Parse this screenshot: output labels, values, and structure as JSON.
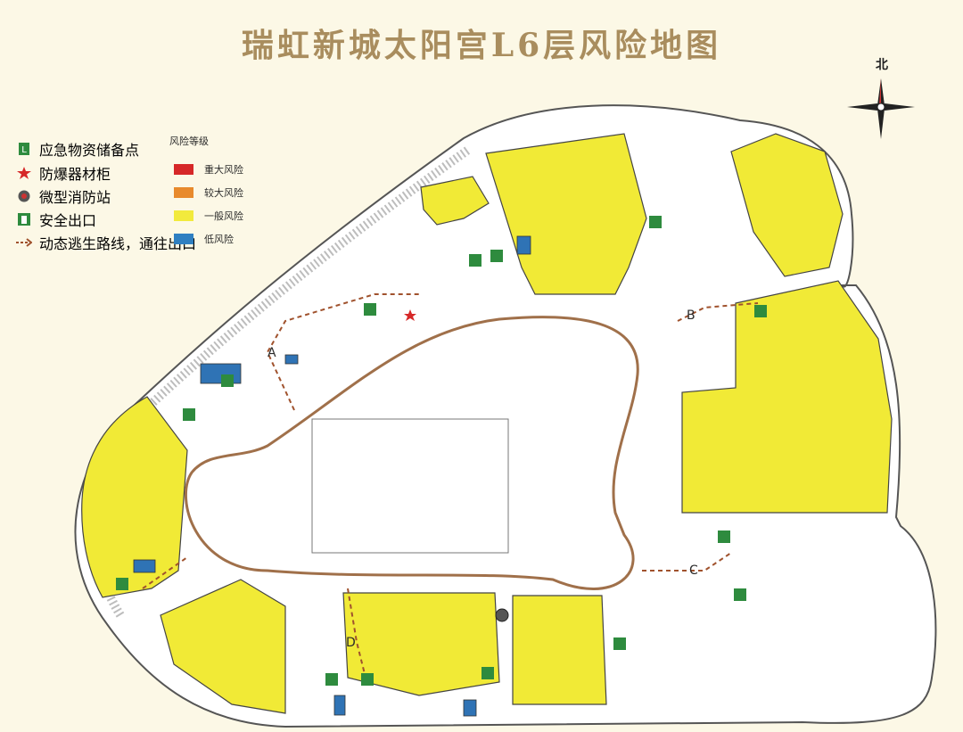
{
  "title": "瑞虹新城太阳宫L6层风险地图",
  "compass": {
    "label": "北",
    "icon": "compass-rose-icon"
  },
  "legend": {
    "facilities": [
      {
        "icon": "emergency-supplies-icon",
        "label": "应急物资储备点",
        "color": "#2e8b3e"
      },
      {
        "icon": "explosion-proof-cabinet-icon",
        "label": "防爆器材柜",
        "color": "#d62828"
      },
      {
        "icon": "mini-fire-station-icon",
        "label": "微型消防站",
        "color": "#555555"
      },
      {
        "icon": "safety-exit-icon",
        "label": "安全出口",
        "color": "#2e8b3e"
      },
      {
        "icon": "evacuation-route-icon",
        "label": "动态逃生路线，通往出口",
        "color": "#a0522d"
      }
    ],
    "risk_title": "风险等级",
    "risk_levels": [
      {
        "label": "重大风险",
        "color": "#d62828"
      },
      {
        "label": "较大风险",
        "color": "#e88a2c"
      },
      {
        "label": "一般风险",
        "color": "#f2ea3c"
      },
      {
        "label": "低风险",
        "color": "#2f7fc1"
      }
    ]
  },
  "zones": [
    "A",
    "B",
    "C",
    "D"
  ],
  "colors": {
    "background": "#fcf8e6",
    "route": "#a0704a",
    "yellow": "#f1ea36",
    "blue": "#2f73b5",
    "exit": "#2e8b3e"
  }
}
